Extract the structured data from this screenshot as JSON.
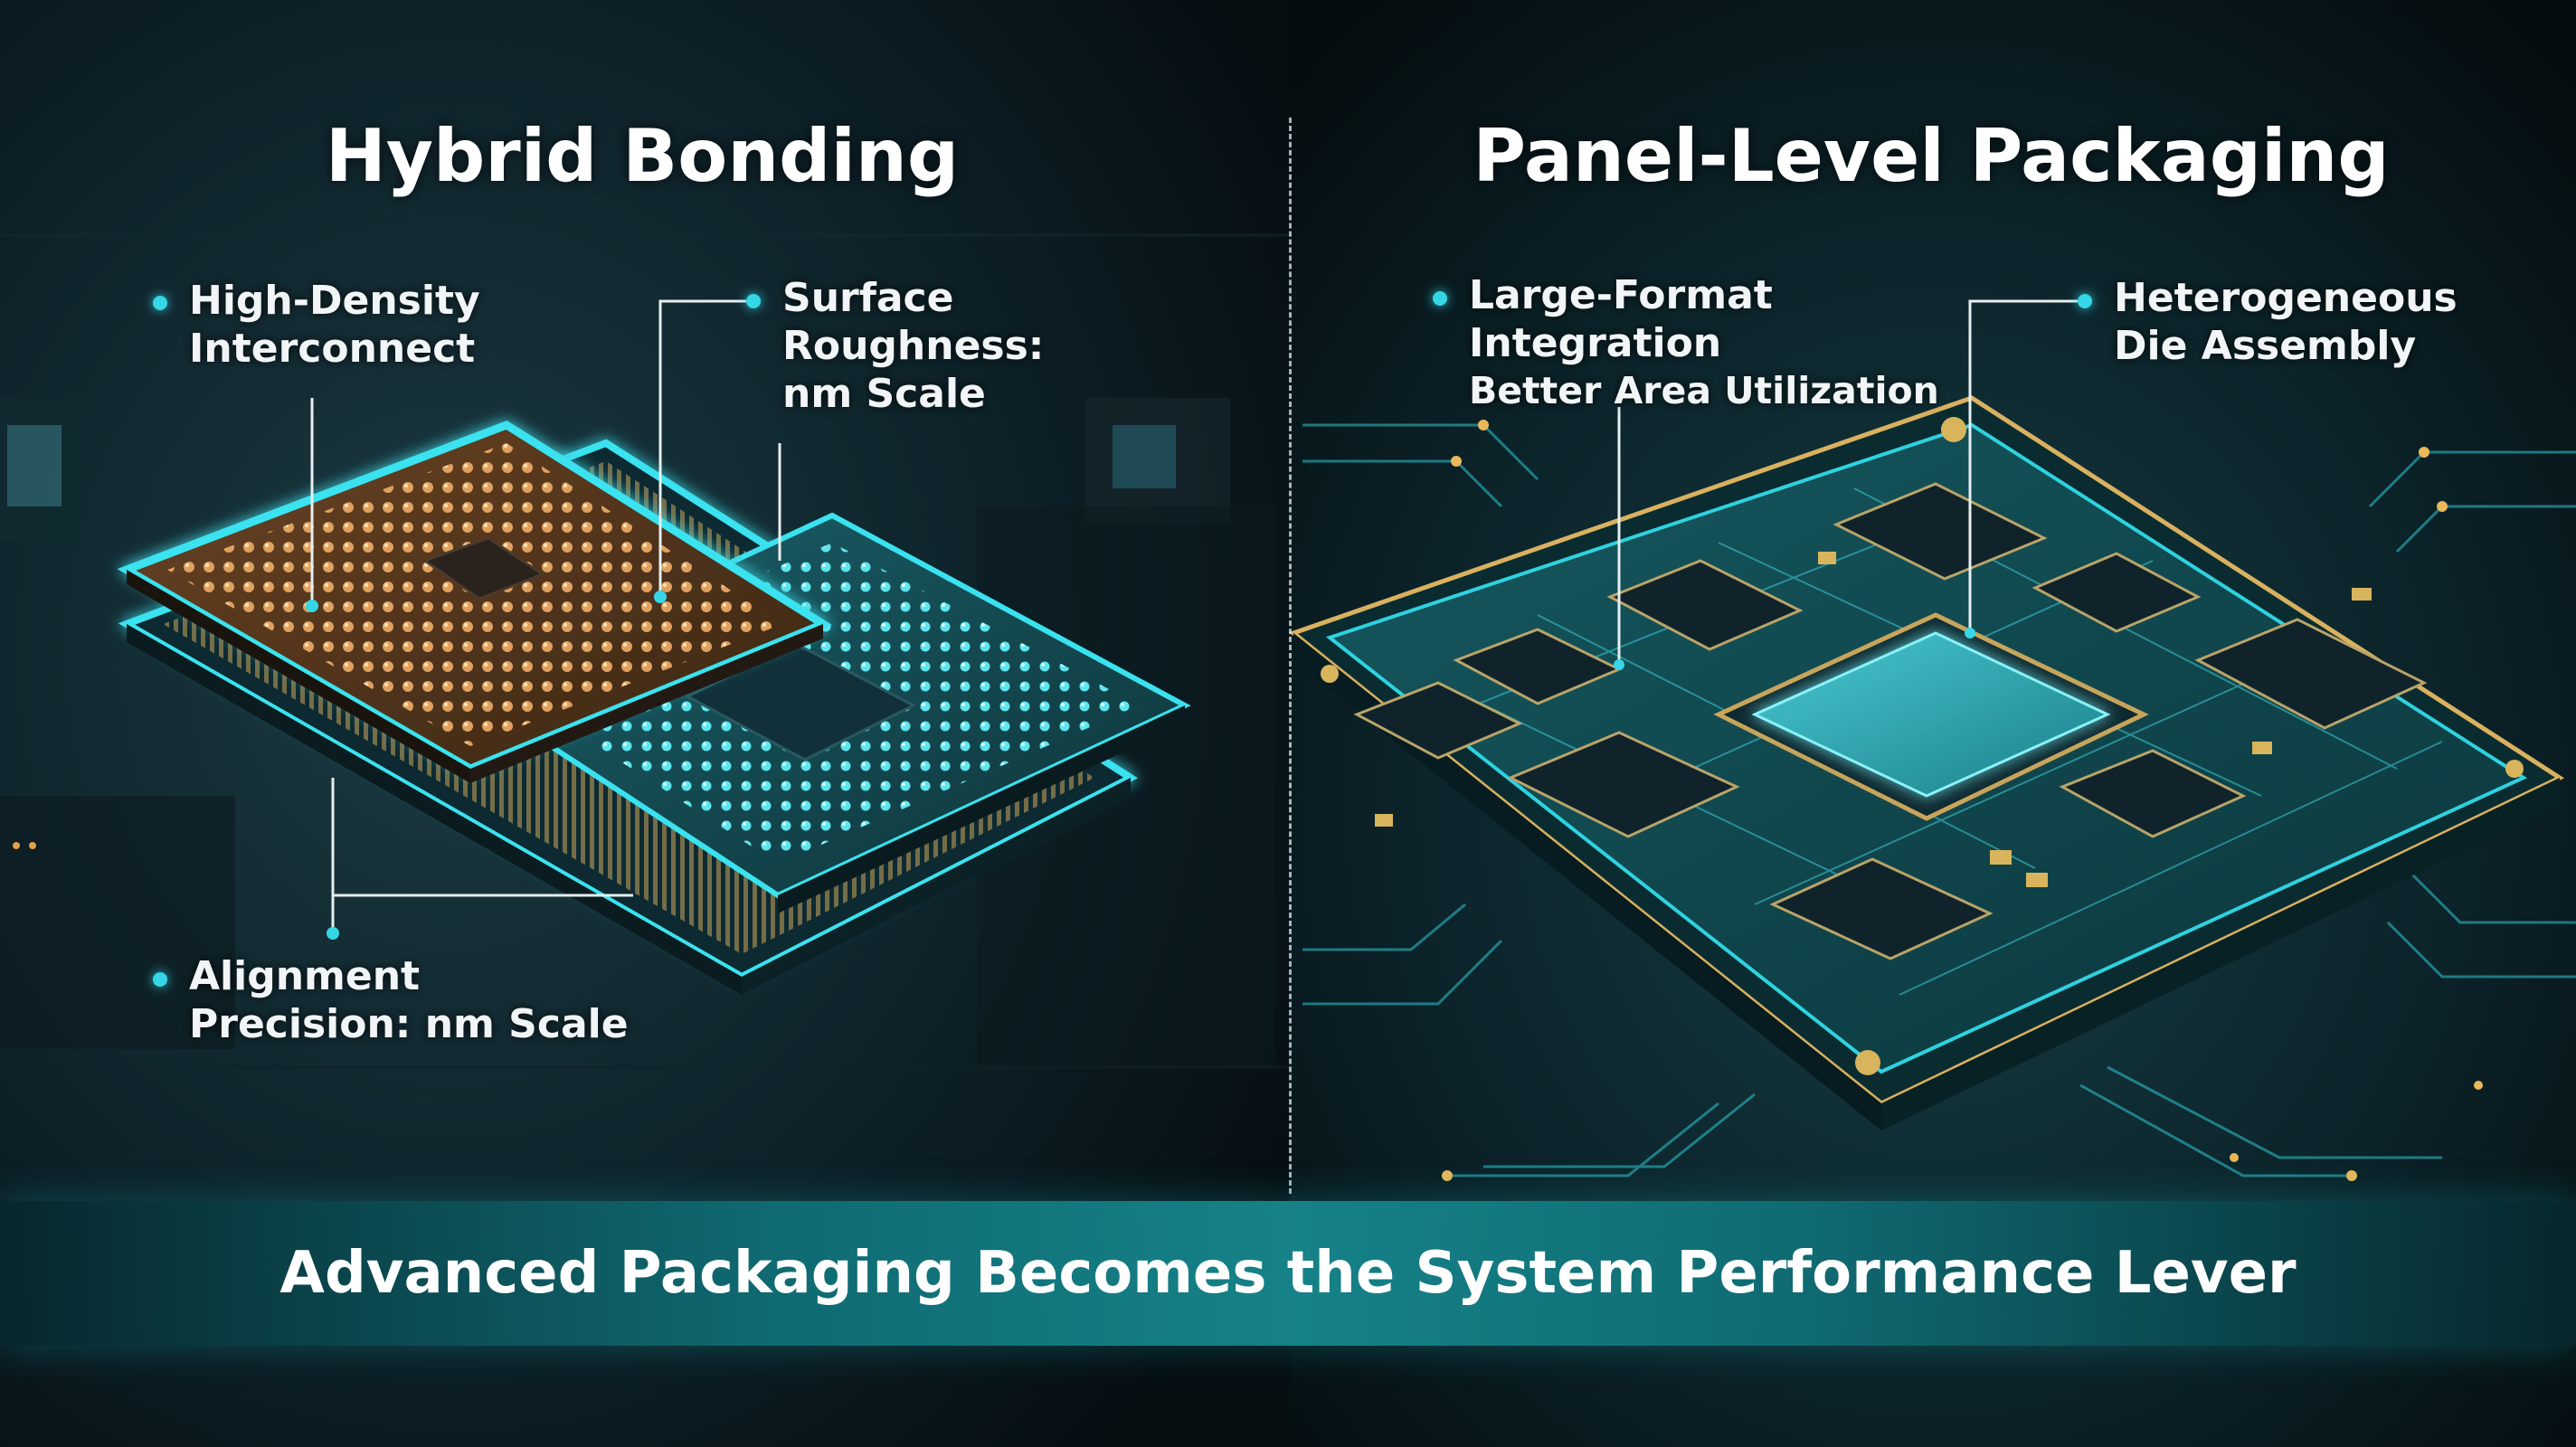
{
  "left_panel": {
    "title": "Hybrid Bonding",
    "callouts": [
      {
        "lines": [
          "High-Density",
          "Interconnect"
        ]
      },
      {
        "lines": [
          "Surface",
          "Roughness:",
          "nm Scale"
        ]
      },
      {
        "lines": [
          "Alignment",
          "Precision: nm Scale"
        ]
      }
    ]
  },
  "right_panel": {
    "title": "Panel-Level Packaging",
    "callouts": [
      {
        "lines": [
          "Large-Format",
          "Integration",
          "Better Area Utilization"
        ]
      },
      {
        "lines": [
          "Heterogeneous",
          "Die Assembly"
        ]
      }
    ]
  },
  "banner": {
    "text": "Advanced Packaging Becomes the System Performance Lever"
  },
  "colors": {
    "accent_cyan": "#35d6e6",
    "copper": "#c8894a",
    "gold": "#c9a45a",
    "board_teal": "#0f4a52",
    "banner_teal": "#16868c",
    "background": "#071419"
  },
  "icons": [
    "bullet-dot-icon"
  ]
}
